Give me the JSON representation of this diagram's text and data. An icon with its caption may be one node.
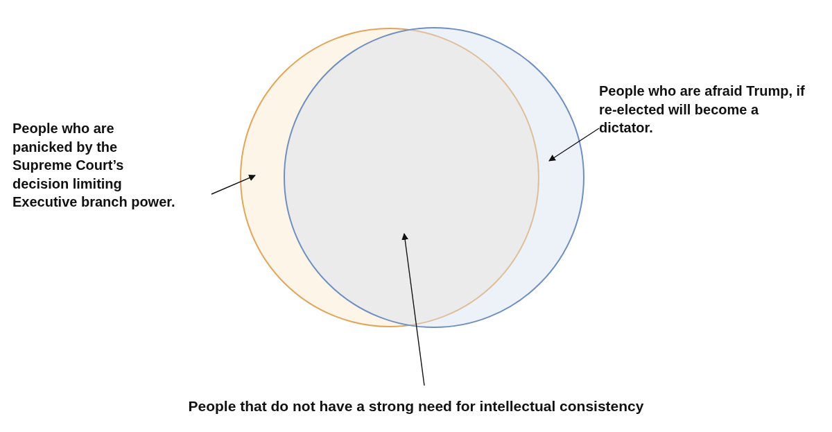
{
  "diagram": {
    "nodes": [
      {
        "text": [
          "People who are panicked by the Supreme Court’s decision limiting Executive branch power."
        ]
      },
      {
        "text": [],
        "shape": "circle"
      },
      {
        "text": [],
        "shape": "circle"
      },
      {
        "text": [
          "People who are afraid Trump, if re-elected will become a dictator."
        ]
      },
      {
        "text": [
          "People that do not have a strong need for intellectual consistency"
        ]
      }
    ],
    "edges": [
      {
        "from": 0,
        "to": 1,
        "arrow": "to"
      },
      {
        "from": 3,
        "to": 2,
        "arrow": "to"
      },
      {
        "from": 4,
        "to": 1,
        "arrow": "to"
      }
    ]
  }
}
